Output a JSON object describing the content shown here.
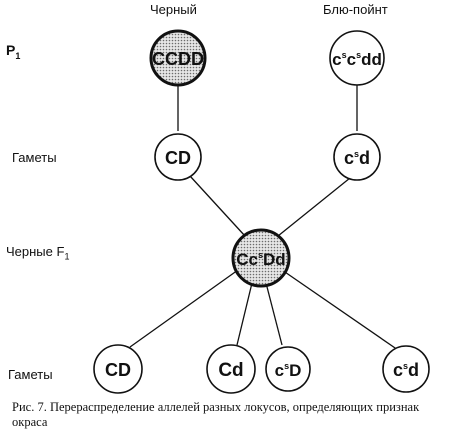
{
  "labels": {
    "black_title": "Черный",
    "bluepoint_title": "Блю-пойнт",
    "p1": "P",
    "p1_sub": "1",
    "gametes_1": "Гаметы",
    "black_f1": "Черные F",
    "black_f1_sub": "1",
    "gametes_2": "Гаметы"
  },
  "nodes": {
    "parent_black": {
      "main": "CCDD"
    },
    "parent_bluepoint": {
      "p1": "c",
      "s1": "s",
      "p2": "c",
      "s2": "s",
      "p3": "dd"
    },
    "gamete_cd": {
      "main": "CD"
    },
    "gamete_csd": {
      "p1": "c",
      "s1": "s",
      "p2": "d"
    },
    "f1": {
      "p1": "Cc",
      "s1": "s",
      "p2": "Dd"
    },
    "g2_cd": {
      "main": "CD"
    },
    "g2_cd_small": {
      "main": "Cd"
    },
    "g2_csD": {
      "p1": "c",
      "s1": "s",
      "p2": "D"
    },
    "g2_csd": {
      "p1": "c",
      "s1": "s",
      "p2": "d"
    }
  },
  "caption": "Рис. 7. Перераспределение аллелей разных локусов, определяющих признак окраса",
  "colors": {
    "dotted_fill": "#c9c9c9",
    "stroke": "#111111"
  }
}
